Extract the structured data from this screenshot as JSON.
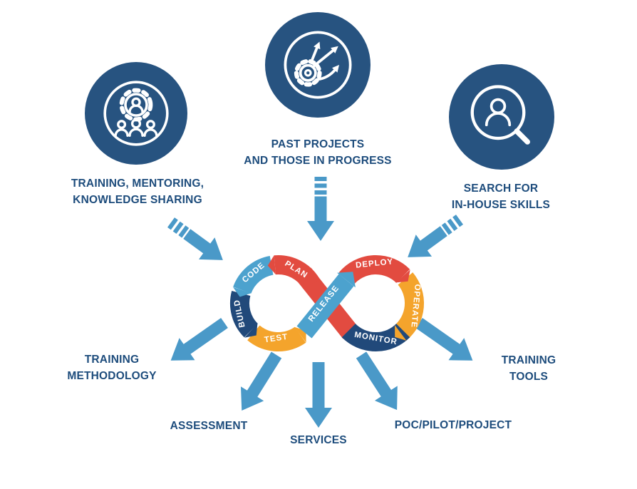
{
  "diagram": {
    "sources": [
      {
        "icon": "team-gear-icon",
        "lines": [
          "TRAINING, MENTORING,",
          "KNOWLEDGE SHARING"
        ]
      },
      {
        "icon": "gear-arrows-icon",
        "lines": [
          "PAST PROJECTS",
          "AND THOSE IN PROGRESS"
        ]
      },
      {
        "icon": "search-person-icon",
        "lines": [
          "SEARCH FOR",
          "IN-HOUSE SKILLS"
        ]
      }
    ],
    "loop": {
      "plan": "PLAN",
      "code": "CODE",
      "build": "BUILD",
      "test": "TEST",
      "release": "RELEASE",
      "deploy": "DEPLOY",
      "operate": "OPERATE",
      "monitor": "MONITOR"
    },
    "outputs": [
      {
        "lines": [
          "TRAINING",
          "METHODOLOGY"
        ]
      },
      {
        "lines": [
          "ASSESSMENT"
        ]
      },
      {
        "lines": [
          "SERVICES"
        ]
      },
      {
        "lines": [
          "POC/PILOT/PROJECT"
        ]
      },
      {
        "lines": [
          "TRAINING",
          "TOOLS"
        ]
      }
    ],
    "colors": {
      "node_circle": "#275380",
      "label_text": "#1D4C7C",
      "arrow": "#4A99C8",
      "loop_red": "#E24B40",
      "loop_blue": "#4CA2CE",
      "loop_yellow": "#F4A42C",
      "loop_navy": "#21497A",
      "icon_stroke": "#FFFFFF"
    }
  }
}
